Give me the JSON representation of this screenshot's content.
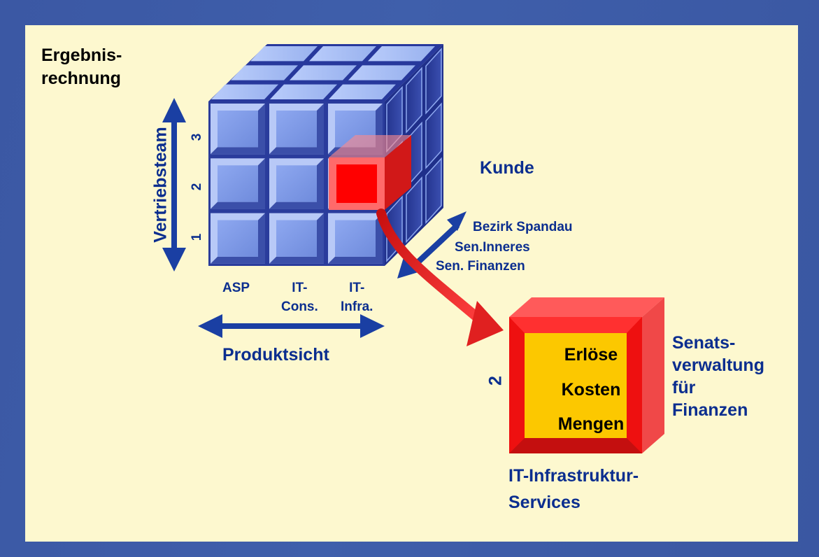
{
  "title": "Ergebnis-\nrechnung",
  "colors": {
    "frame": "#3a5aa6",
    "panel": "#fdf8cf",
    "cube_face": "#7e9ae6",
    "cube_dark": "#2c3c9e",
    "highlight": "#ff0000",
    "metric_box": "#fccb00",
    "label_navy": "#0b2e8f"
  },
  "cube": {
    "row_axis_label": "Vertriebsteam",
    "rows": [
      "3",
      "2",
      "1"
    ],
    "columns": [
      "ASP",
      "IT-\nCons.",
      "IT-\nInfra."
    ],
    "column_axis_label": "Produktsicht",
    "depth_axis_label": "Kunde",
    "depth_items": [
      "Bezirk Spandau",
      "Sen.Inneres",
      "Sen. Finanzen"
    ],
    "highlighted_cell": {
      "row": "2",
      "column": "IT-\nInfra."
    }
  },
  "detail": {
    "level": "2",
    "metrics": [
      "Erlöse",
      "Kosten",
      "Mengen"
    ],
    "customer": "Senats-\nverwaltung\nfür\nFinanzen",
    "product": "IT-Infrastruktur-\nServices"
  }
}
